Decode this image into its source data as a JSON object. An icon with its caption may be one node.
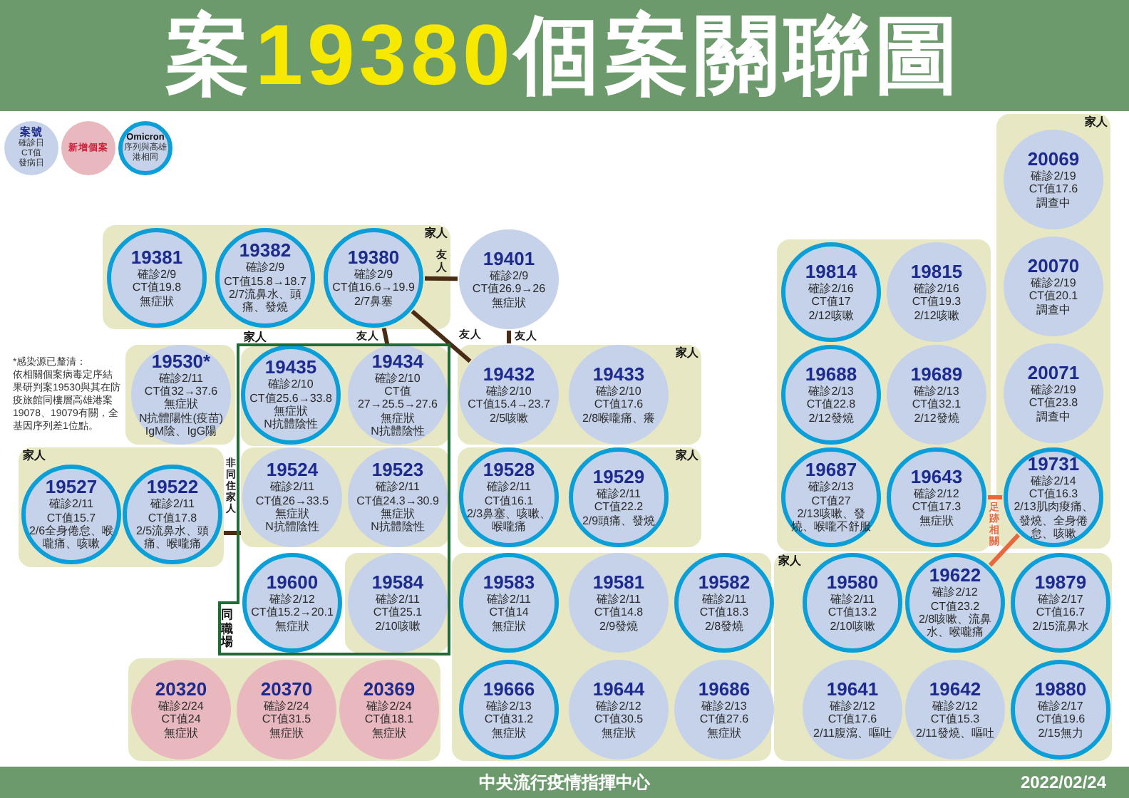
{
  "diagram": {
    "title": "案19380個案關聯圖",
    "nodes": [
      {
        "text": [
          "家人"
        ]
      },
      {
        "text": [
          "19381",
          "確診2/9",
          "CT值19.8",
          "無症狀"
        ],
        "in": 0
      },
      {
        "text": [
          "19382",
          "確診2/9",
          "CT值15.8→18.7",
          "2/7流鼻水、頭痛、發燒"
        ],
        "in": 0
      },
      {
        "text": [
          "19380",
          "確診2/9",
          "CT值16.6→19.9",
          "2/7鼻塞"
        ],
        "in": 0
      },
      {
        "text": [
          "19401",
          "確診2/9",
          "CT值26.9→26",
          "無症狀"
        ]
      },
      {
        "text": [
          "家人"
        ]
      },
      {
        "text": [
          "20069",
          "確診2/19",
          "CT值17.6",
          "調查中"
        ],
        "in": 5
      },
      {
        "text": [
          "20070",
          "確診2/19",
          "CT值20.1",
          "調查中"
        ],
        "in": 5
      },
      {
        "text": [
          "20071",
          "確診2/19",
          "CT值23.8",
          "調查中"
        ],
        "in": 5
      },
      {
        "text": [
          "19731",
          "確診2/14",
          "CT值16.3",
          "2/13肌肉痠痛、發燒、全身倦怠、咳嗽"
        ],
        "in": 5
      },
      {
        "text": [],
        "shape": "box"
      },
      {
        "text": [
          "19814",
          "確診2/16",
          "CT值17",
          "2/12咳嗽"
        ],
        "in": 10
      },
      {
        "text": [
          "19815",
          "確診2/16",
          "CT值19.3",
          "2/12咳嗽"
        ],
        "in": 10
      },
      {
        "text": [
          "19688",
          "確診2/13",
          "CT值22.8",
          "2/12發燒"
        ],
        "in": 10
      },
      {
        "text": [
          "19689",
          "確診2/13",
          "CT值32.1",
          "2/12發燒"
        ],
        "in": 10
      },
      {
        "text": [
          "19687",
          "確診2/13",
          "CT值27",
          "2/13咳嗽、發燒、喉嚨不舒服"
        ],
        "in": 10
      },
      {
        "text": [
          "19643",
          "確診2/12",
          "CT值17.3",
          "無症狀"
        ],
        "in": 10
      },
      {
        "text": [],
        "shape": "box"
      },
      {
        "text": [
          "19530*",
          "確診2/11",
          "CT值32→37.6",
          "無症狀",
          "N抗體陽性(疫苗)",
          "IgM陰、IgG陽"
        ],
        "in": 17
      },
      {
        "text": [
          "同職場"
        ]
      },
      {
        "text": [
          "家人"
        ],
        "in": 19
      },
      {
        "text": [
          "19435",
          "確診2/10",
          "CT值25.6→33.8",
          "無症狀",
          "N抗體陰性"
        ],
        "in": 20
      },
      {
        "text": [
          "19434",
          "確診2/10",
          "CT值27→25.5→27.6",
          "無症狀",
          "N抗體陰性"
        ],
        "in": 20
      },
      {
        "text": [
          "家人"
        ]
      },
      {
        "text": [
          "19432",
          "確診2/10",
          "CT值15.4→23.7",
          "2/5咳嗽"
        ],
        "in": 23
      },
      {
        "text": [
          "19433",
          "確診2/10",
          "CT值17.6",
          "2/8喉嚨痛、癢"
        ],
        "in": 23
      },
      {
        "text": [
          "家人"
        ]
      },
      {
        "text": [
          "19527",
          "確診2/11",
          "CT值15.7",
          "2/6全身倦怠、喉嚨痛、咳嗽"
        ],
        "in": 26
      },
      {
        "text": [
          "19522",
          "確診2/11",
          "CT值17.8",
          "2/5流鼻水、頭痛、喉嚨痛"
        ],
        "in": 26
      },
      {
        "text": [],
        "shape": "box",
        "in": 19
      },
      {
        "text": [
          "19524",
          "確診2/11",
          "CT值26→33.5",
          "無症狀",
          "N抗體陰性"
        ],
        "in": 29
      },
      {
        "text": [
          "19523",
          "確診2/11",
          "CT值24.3→30.9",
          "無症狀",
          "N抗體陰性"
        ],
        "in": 29
      },
      {
        "text": [
          "家人"
        ]
      },
      {
        "text": [
          "19528",
          "確診2/11",
          "CT值16.1",
          "2/3鼻塞、咳嗽、喉嚨痛"
        ],
        "in": 32
      },
      {
        "text": [
          "19529",
          "確診2/11",
          "CT值22.2",
          "2/9頭痛、發燒"
        ],
        "in": 32
      },
      {
        "text": [
          "19600",
          "確診2/12",
          "CT值15.2→20.1",
          "無症狀"
        ],
        "in": 19
      },
      {
        "text": [],
        "shape": "box",
        "in": 19
      },
      {
        "text": [
          "19584",
          "確診2/11",
          "CT值25.1",
          "2/10咳嗽"
        ],
        "in": 36
      },
      {
        "text": [],
        "shape": "box"
      },
      {
        "text": [
          "19583",
          "確診2/11",
          "CT值14",
          "無症狀"
        ],
        "in": 38
      },
      {
        "text": [
          "19581",
          "確診2/11",
          "CT值14.8",
          "2/9發燒"
        ],
        "in": 38
      },
      {
        "text": [
          "19582",
          "確診2/11",
          "CT值18.3",
          "2/8發燒"
        ],
        "in": 38
      },
      {
        "text": [
          "19666",
          "確診2/13",
          "CT值31.2",
          "無症狀"
        ],
        "in": 38
      },
      {
        "text": [
          "19644",
          "確診2/12",
          "CT值30.5",
          "無症狀"
        ],
        "in": 38
      },
      {
        "text": [
          "19686",
          "確診2/13",
          "CT值27.6",
          "無症狀"
        ],
        "in": 38
      },
      {
        "text": [
          "家人"
        ]
      },
      {
        "text": [
          "19580",
          "確診2/11",
          "CT值13.2",
          "2/10咳嗽"
        ],
        "in": 45
      },
      {
        "text": [
          "19622",
          "確診2/12",
          "CT值23.2",
          "2/8咳嗽、流鼻水、喉嚨痛"
        ],
        "in": 45
      },
      {
        "text": [
          "19879",
          "確診2/17",
          "CT值16.7",
          "2/15流鼻水"
        ],
        "in": 45
      },
      {
        "text": [
          "19641",
          "確診2/12",
          "CT值17.6",
          "2/11腹瀉、嘔吐"
        ],
        "in": 45
      },
      {
        "text": [
          "19642",
          "確診2/12",
          "CT值15.3",
          "2/11發燒、嘔吐"
        ],
        "in": 45
      },
      {
        "text": [
          "19880",
          "確診2/17",
          "CT值19.6",
          "2/15無力"
        ],
        "in": 45
      },
      {
        "text": [],
        "shape": "box"
      },
      {
        "text": [
          "20320",
          "確診2/24",
          "CT值24",
          "無症狀"
        ],
        "in": 52
      },
      {
        "text": [
          "20370",
          "確診2/24",
          "CT值31.5",
          "無症狀"
        ],
        "in": 52
      },
      {
        "text": [
          "20369",
          "確診2/24",
          "CT值18.1",
          "無症狀"
        ],
        "in": 52
      }
    ],
    "edges": [
      {
        "from": 3,
        "to": 4,
        "arrow": "none",
        "label": "友人"
      },
      {
        "from": 3,
        "to": 22,
        "arrow": "none",
        "label": "友人"
      },
      {
        "from": 3,
        "to": 24,
        "arrow": "none",
        "label": "友人"
      },
      {
        "from": 4,
        "to": 24,
        "arrow": "none",
        "label": "友人"
      },
      {
        "from": 26,
        "to": 29,
        "arrow": "none",
        "label": "非同住家人"
      },
      {
        "from": 16,
        "to": 9,
        "arrow": "none",
        "label": "足跡相關",
        "color": "#e8673f"
      },
      {
        "from": 47,
        "to": 9,
        "arrow": "none",
        "color": "#e8673f"
      }
    ],
    "labels": [
      "*感染源已釐清：",
      "依相關個案病毒定序結果研判案19530與其在防疫旅館同樓層高雄港案19078、19079有關，全基因序列差1位點。",
      "中央流行疫情指揮中心",
      "2022/02/24"
    ],
    "legend": [
      {
        "text": "**案號**確診日CT值發病日",
        "color": "#c5d2e9"
      },
      {
        "text": "新增個案",
        "color": "#e9b8bf"
      },
      {
        "text": "**Omicron**序列與高雄港相同"
      }
    ]
  }
}
